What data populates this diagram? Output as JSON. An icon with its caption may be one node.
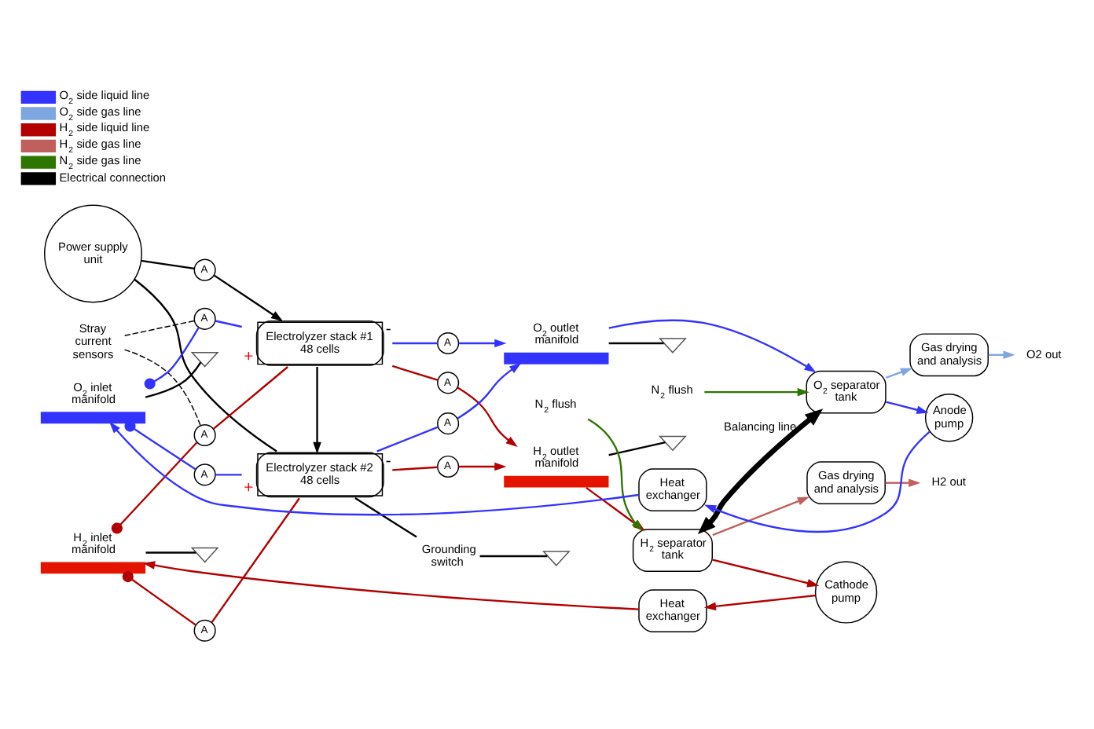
{
  "diagram": {
    "nodes": [
      {
        "text": [
          "Power supply unit"
        ]
      },
      {
        "text": [
          "A"
        ]
      },
      {
        "text": [
          "H$_{2}$ outlet manifold"
        ]
      },
      {
        "text": [],
        "shape": "triangle"
      },
      {
        "text": [
          "O$_{2}$ outlet manifold"
        ]
      },
      {
        "text": [],
        "shape": "triangle"
      },
      {
        "text": [
          "A"
        ]
      },
      {
        "text": [
          "A"
        ]
      },
      {
        "text": [
          "A"
        ]
      },
      {
        "text": [
          "A"
        ]
      },
      {
        "text": [
          "Electrolyzer stack #1 48 cells"
        ],
        "beside": [
          "+",
          "-"
        ]
      },
      {
        "text": [
          "Electrolyzer stack #2 48 cells"
        ],
        "beside": [
          "+",
          "-"
        ]
      },
      {
        "text": [
          "Grounding switch"
        ]
      },
      {
        "text": [],
        "shape": "triangle"
      },
      {
        "text": [
          "Stray current sensors"
        ]
      },
      {
        "text": [
          "A"
        ]
      },
      {
        "text": [
          "A"
        ]
      },
      {
        "text": [
          "A"
        ]
      },
      {
        "text": [
          "A"
        ]
      },
      {
        "text": [
          "H$_{2}$ inlet manifold"
        ]
      },
      {
        "text": [],
        "shape": "triangle"
      },
      {
        "text": [
          "O$_{2}$ inlet manifold"
        ]
      },
      {
        "text": [],
        "shape": "triangle"
      },
      {
        "text": [
          "H2 out"
        ]
      },
      {
        "text": [
          "O2 out"
        ]
      },
      {
        "text": [
          "Gas drying and analysis"
        ]
      },
      {
        "text": [
          "Gas drying and analysis"
        ]
      },
      {
        "text": [
          "N$_{2}$ flush"
        ]
      },
      {
        "text": [
          "N$_{2}$ flush"
        ]
      },
      {
        "text": [
          "H$_{2}$ separator tank"
        ]
      },
      {
        "text": [
          "O$_{2}$ separator tank"
        ]
      },
      {
        "text": [
          "Cathode pump"
        ]
      },
      {
        "text": [
          "Anode pump"
        ]
      },
      {
        "text": [
          "Heat exchanger"
        ]
      },
      {
        "text": [
          "Heat exchanger"
        ]
      }
    ],
    "edges": [
      {
        "from": 0,
        "to": 1,
        "arrow": "none"
      },
      {
        "from": 1,
        "to": 10,
        "arrow": "to"
      },
      {
        "from": 10,
        "to": 11,
        "arrow": "to"
      },
      {
        "from": 11,
        "to": 0,
        "arrow": "none"
      },
      {
        "from": 11,
        "to": 12,
        "arrow": "none"
      },
      {
        "from": 12,
        "to": 13,
        "arrow": "none"
      },
      {
        "from": 2,
        "to": 3,
        "arrow": "none"
      },
      {
        "from": 4,
        "to": 5,
        "arrow": "none"
      },
      {
        "from": 19,
        "to": 20,
        "arrow": "none"
      },
      {
        "from": 21,
        "to": 22,
        "arrow": "none"
      },
      {
        "from": 10,
        "to": 6,
        "arrow": "none",
        "color": "#b20000"
      },
      {
        "from": 6,
        "to": 2,
        "arrow": "to",
        "color": "#b20000"
      },
      {
        "from": 10,
        "to": 7,
        "arrow": "none",
        "color": "#3333ff"
      },
      {
        "from": 7,
        "to": 4,
        "arrow": "to",
        "color": "#3333ff"
      },
      {
        "from": 11,
        "to": 8,
        "arrow": "none",
        "color": "#b20000"
      },
      {
        "from": 8,
        "to": 2,
        "arrow": "to",
        "color": "#b20000"
      },
      {
        "from": 11,
        "to": 9,
        "arrow": "none",
        "color": "#3333ff"
      },
      {
        "from": 9,
        "to": 4,
        "arrow": "to",
        "color": "#3333ff"
      },
      {
        "from": 21,
        "to": 15,
        "arrow": "other",
        "color": "#3333ff"
      },
      {
        "from": 15,
        "to": 10,
        "arrow": "none",
        "color": "#3333ff"
      },
      {
        "from": 19,
        "to": 16,
        "arrow": "other",
        "color": "#b20000"
      },
      {
        "from": 16,
        "to": 10,
        "arrow": "none",
        "color": "#b20000"
      },
      {
        "from": 21,
        "to": 17,
        "arrow": "other",
        "color": "#3333ff"
      },
      {
        "from": 17,
        "to": 11,
        "arrow": "none",
        "color": "#3333ff"
      },
      {
        "from": 19,
        "to": 18,
        "arrow": "other",
        "color": "#b20000"
      },
      {
        "from": 18,
        "to": 11,
        "arrow": "none",
        "color": "#b20000"
      },
      {
        "from": 14,
        "to": 15,
        "arrow": "none",
        "style": "dashed"
      },
      {
        "from": 14,
        "to": 16,
        "arrow": "none",
        "style": "dashed"
      },
      {
        "from": 2,
        "to": 29,
        "arrow": "to",
        "color": "#b20000"
      },
      {
        "from": 4,
        "to": 30,
        "arrow": "to",
        "color": "#3333ff"
      },
      {
        "from": 27,
        "to": 29,
        "arrow": "to",
        "color": "#2d7600"
      },
      {
        "from": 28,
        "to": 30,
        "arrow": "to",
        "color": "#2d7600"
      },
      {
        "from": 29,
        "to": 25,
        "arrow": "to",
        "color": "#c0605c"
      },
      {
        "from": 25,
        "to": 23,
        "arrow": "to",
        "color": "#c0605c"
      },
      {
        "from": 30,
        "to": 26,
        "arrow": "to",
        "color": "#7ea6e0"
      },
      {
        "from": 26,
        "to": 24,
        "arrow": "to",
        "color": "#7ea6e0"
      },
      {
        "from": 29,
        "to": 31,
        "arrow": "to",
        "color": "#b20000"
      },
      {
        "from": 30,
        "to": 32,
        "arrow": "to",
        "color": "#3333ff"
      },
      {
        "from": 29,
        "to": 30,
        "arrow": "both",
        "label": "Balancing line",
        "style": "thick"
      },
      {
        "from": 31,
        "to": 33,
        "arrow": "to",
        "color": "#b20000"
      },
      {
        "from": 33,
        "to": 19,
        "arrow": "to",
        "color": "#b20000"
      },
      {
        "from": 32,
        "to": 34,
        "arrow": "to",
        "color": "#3333ff"
      },
      {
        "from": 34,
        "to": 21,
        "arrow": "to",
        "color": "#3333ff"
      }
    ],
    "legend": [
      {
        "text": "O$_{2}$ side liquid line"
      },
      {
        "text": "O$_{2}$ side gas line"
      },
      {
        "text": "H$_{2}$ side liquid line"
      },
      {
        "text": "H$_{2}$ side gas line"
      },
      {
        "text": "N$_{2}$ side gas line"
      },
      {
        "text": "Electrical connection"
      }
    ]
  }
}
